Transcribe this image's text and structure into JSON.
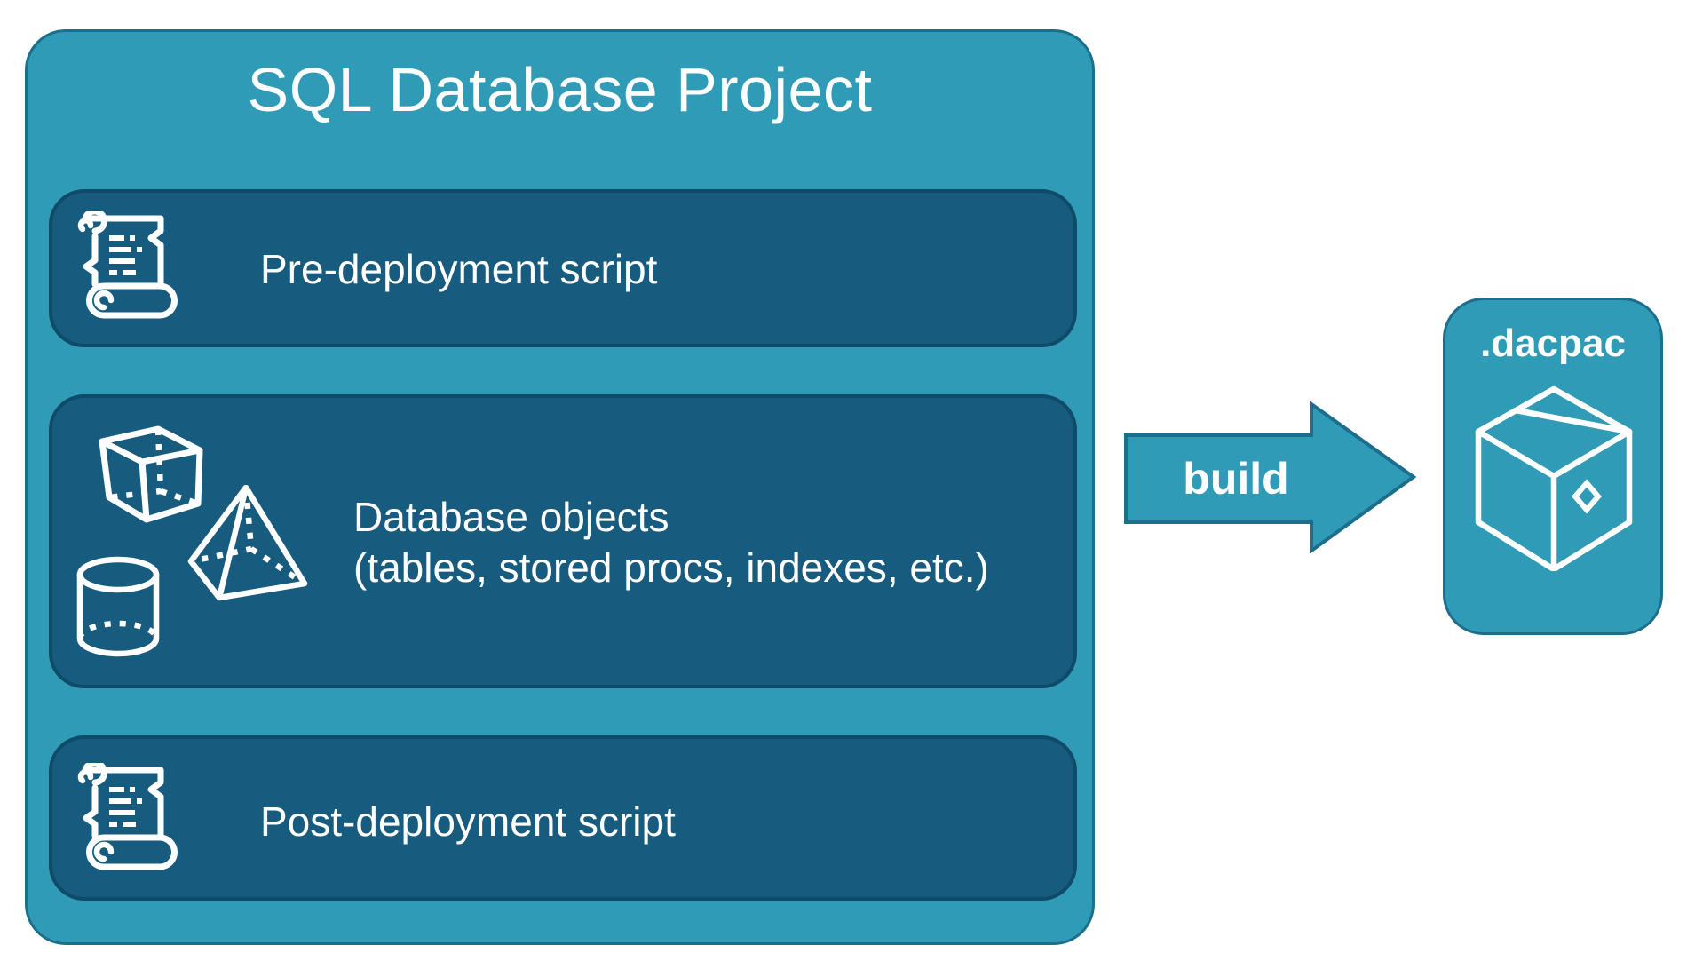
{
  "colors": {
    "background": "#FFFFFF",
    "teal": "#2F9BB6",
    "teal_border": "#1C6F8C",
    "navy": "#175B7E",
    "navy_border": "#0F4A68",
    "text": "#FFFFFF"
  },
  "project": {
    "title": "SQL Database Project",
    "items": [
      {
        "icon": "scroll-icon",
        "label": "Pre-deployment script"
      },
      {
        "icon": "cube-pyramid-cylinder-icons",
        "label_line1": "Database objects",
        "label_line2": "(tables, stored procs, indexes, etc.)"
      },
      {
        "icon": "scroll-icon",
        "label": "Post-deployment script"
      }
    ]
  },
  "build_arrow": {
    "icon": "arrow-right-icon",
    "label": "build"
  },
  "output": {
    "icon": "package-icon",
    "label": ".dacpac"
  }
}
